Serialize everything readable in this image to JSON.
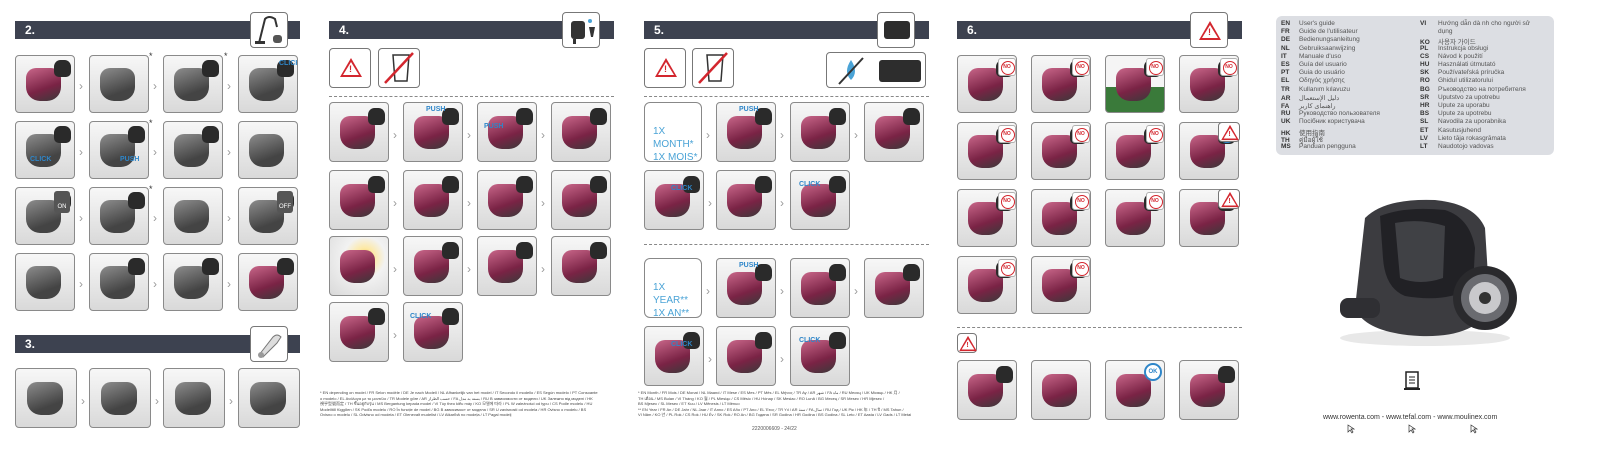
{
  "sections": {
    "s2": {
      "number": "2."
    },
    "s3": {
      "number": "3."
    },
    "s4": {
      "number": "4."
    },
    "s5": {
      "number": "5."
    },
    "s6": {
      "number": "6."
    }
  },
  "icons": {
    "warning": "warning-triangle-icon",
    "no_water": "no-water-icon",
    "filter": "filter-icon",
    "no": "no-sign-icon",
    "ok": "ok-badge-icon",
    "manual": "manual-book-icon"
  },
  "labels": {
    "click": "CLICK",
    "push": "PUSH",
    "pull": "PULL",
    "on": "ON",
    "off": "OFF",
    "no": "NO",
    "ok": "OK",
    "star": "*"
  },
  "maintenance": {
    "monthly_line1": "1X MONTH*",
    "monthly_line2": "1X MOIS*",
    "yearly_line1": "1X YEAR**",
    "yearly_line2": "1X AN**"
  },
  "footnotes": {
    "s4_line1": "* EN depending on model / FR Selon modèle / DE Je nach Modell / NL Afhankelijk van het model / IT Secondo il modello / ES Según modelo / PT Consoante",
    "s4_line2": "o modelo / EL Ανάλογα με το μοντέλο / TR Modele göre / AR حسب الطراز / FA بسته به مدل / RU В зависимости от модели / UK Залежно від моделі / HK",
    "s4_line3": "視乎型號而定 / TH ขึ้นอยู่กับรุ่น / MS Bergantung kepada model / VI Tùy theo kiểu máy / KO 모델에 따라 / PL W zależności od typu / CS Podle modelu / HU",
    "s4_line4": "Modelltől függően / SK Podľa modelu / RO În funcție de model / BG В зависимост от модела / SR U zavisnosti od modela / HR Ovisno o modelu / BS",
    "s4_line5": "Ovisno o modelu / SL Odvisno od modela / ET Olenevalt mudelist / LV Atkarībā no modeļa / LT Pagal modelį",
    "s5_line1": "* EN Month / FR Mois / DE Monat / NL Maand / IT Mese / ES Mes / PT Mês / EL Μήνας / TR Ay / AR شهر / FA ماه / RU Месяц / UK Місяць / HK 月 /",
    "s5_line2": "TH เดือน / MS Bulan / VI Tháng / KO 월 / PL Miesiąc / CS Měsíc / HU Hónap / SK Mesiac / RO Lună / BG Месец / SR Mesec / HR Mjesec /",
    "s5_line3": "BS Mjesec / SL Mesec / ET Kuu / LV Mēnesis / LT Mėnuo",
    "s5_line4": "** EN Year / FR An / DE Jahr / NL Jaar / IT Anno / ES Año / PT Ano / EL Έτος / TR Yıl / AR سنة / FA سال / RU Год / UK Рік / HK 年 / TH ปี / MS Tahun /",
    "s5_line5": "VI Năm / KO 년 / PL Rok / CS Rok / HU Év / SK Rok / RO An / BG Година / SR Godina / HR Godina / BS Godina / SL Leto / ET Aasta / LV Gads / LT Metai"
  },
  "doc_code": "2220006609 - 24/22",
  "languages_left": [
    {
      "code": "EN",
      "name": "User's guide"
    },
    {
      "code": "FR",
      "name": "Guide de l'utilisateur"
    },
    {
      "code": "DE",
      "name": "Bedienungsanleitung"
    },
    {
      "code": "NL",
      "name": "Gebruiksaanwijzing"
    },
    {
      "code": "IT",
      "name": "Manuale d'uso"
    },
    {
      "code": "ES",
      "name": "Guía del usuario"
    },
    {
      "code": "PT",
      "name": "Guia do usuário"
    },
    {
      "code": "EL",
      "name": "Οδηγός χρήσης"
    },
    {
      "code": "TR",
      "name": "Kullanım kılavuzu"
    },
    {
      "code": "AR",
      "name": "دليل الإستعمال"
    },
    {
      "code": "FA",
      "name": "راهنمای کاربر"
    },
    {
      "code": "RU",
      "name": "Руководство пользователя"
    },
    {
      "code": "UK",
      "name": "Посібник користувача"
    },
    {
      "code": "HK",
      "name": "使用指南"
    },
    {
      "code": "TH",
      "name": "คู่มือผู้ใช้"
    },
    {
      "code": "MS",
      "name": "Panduan pengguna"
    }
  ],
  "languages_right": [
    {
      "code": "VI",
      "name": "Hướng dẫn dà nh cho người sử"
    },
    {
      "code": "",
      "name": "dụng"
    },
    {
      "code": "KO",
      "name": "사용자 가이드"
    },
    {
      "code": "PL",
      "name": "Instrukcja obsługi"
    },
    {
      "code": "CS",
      "name": "Návod k použití"
    },
    {
      "code": "HU",
      "name": "Használati útmutató"
    },
    {
      "code": "SK",
      "name": "Používateľská príručka"
    },
    {
      "code": "RO",
      "name": "Ghidul utilizatorului"
    },
    {
      "code": "BG",
      "name": "Ръководство на потребителя"
    },
    {
      "code": "SR",
      "name": "Uputstvo za upotrebu"
    },
    {
      "code": "HR",
      "name": "Upute za uporabu"
    },
    {
      "code": "BS",
      "name": "Upute za upotrebu"
    },
    {
      "code": "SL",
      "name": "Navodila za uporabnika"
    },
    {
      "code": "ET",
      "name": "Kasutusjuhend"
    },
    {
      "code": "LV",
      "name": "Lieto tāja rokasgrāmata"
    },
    {
      "code": "LT",
      "name": "Naudotojo vadovas"
    }
  ],
  "websites": "www.rowenta.com - www.tefal.com - www.moulinex.com"
}
